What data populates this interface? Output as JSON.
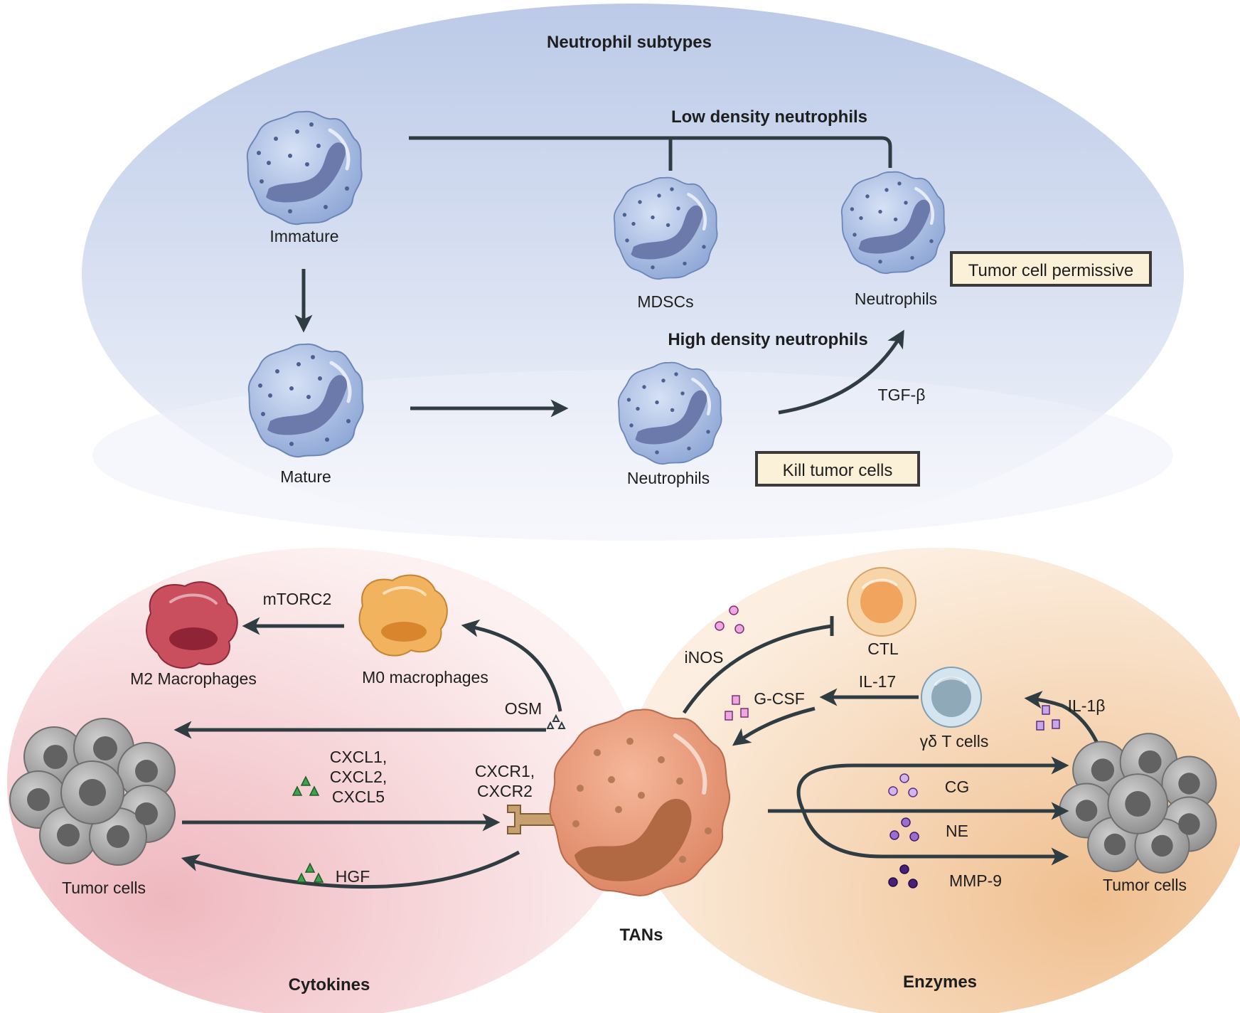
{
  "sections": {
    "top_title": "Neutrophil subtypes",
    "left_title": "Cytokines",
    "right_title": "Enzymes",
    "center_label": "TANs"
  },
  "neutrophil_subtypes": {
    "low_density_label": "Low density neutrophils",
    "high_density_label": "High density neutrophils",
    "immature": "Immature",
    "mature": "Mature",
    "mdscs": "MDSCs",
    "ld_neutrophils": "Neutrophils",
    "hd_neutrophils": "Neutrophils",
    "tgf": "TGF-β",
    "box_permissive": "Tumor cell permissive",
    "box_kill": "Kill tumor cells"
  },
  "cytokines": {
    "m2": "M2 Macrophages",
    "m0": "M0 macrophages",
    "mtorc2": "mTORC2",
    "osm": "OSM",
    "cxcl1": "CXCL1,",
    "cxcl2": "CXCL2,",
    "cxcl5": "CXCL5",
    "cxcr1": "CXCR1,",
    "cxcr2": "CXCR2",
    "hgf": "HGF",
    "tumor_cells": "Tumor cells"
  },
  "enzymes": {
    "ctl": "CTL",
    "inos": "iNOS",
    "gcsf": "G-CSF",
    "il17": "IL-17",
    "gd_t": "γδ T cells",
    "il1b": "IL-1β",
    "cg": "CG",
    "ne": "NE",
    "mmp9": "MMP-9",
    "tumor_cells": "Tumor cells"
  },
  "colors": {
    "top_bg": "#c3cde9",
    "left_bg": "#f0c3c8",
    "right_bg": "#f2c8a3",
    "neutrophil": "#a9bde2",
    "tan": "#e89a7c",
    "arrow": "#2f3d42",
    "box_fill": "#fbf0d8"
  }
}
